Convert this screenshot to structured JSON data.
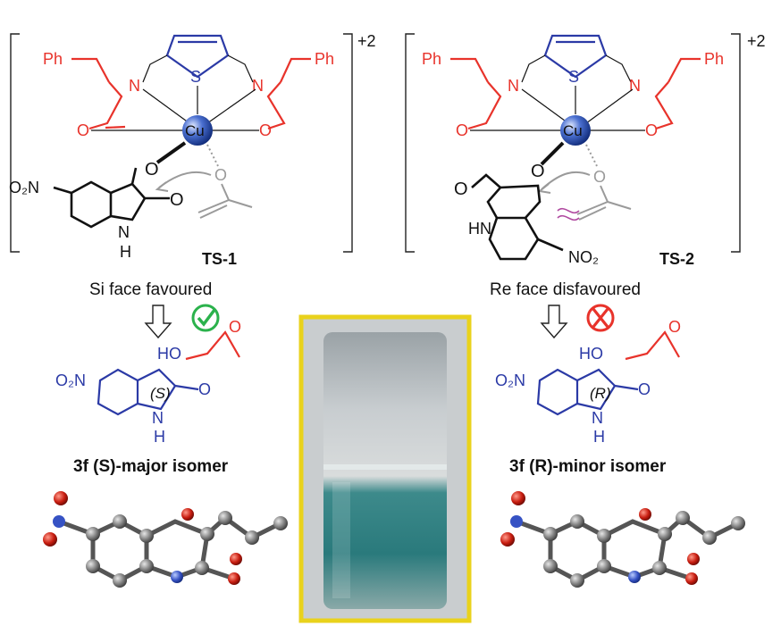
{
  "labels": {
    "ph": "Ph",
    "n": "N",
    "s": "S",
    "o": "O",
    "cu": "Cu",
    "charge": "+2",
    "o2n": "O₂N",
    "no2": "NO₂",
    "hn": "HN",
    "h": "H",
    "ho": "HO",
    "s_config": "(S)",
    "r_config": "(R)",
    "ts1": "TS-1",
    "ts2": "TS-2",
    "si_face": "Si face favoured",
    "re_face": "Re face disfavoured",
    "major_isomer": "3f (S)-major isomer",
    "minor_isomer": "3f (R)-minor isomer"
  },
  "colors": {
    "ligand": "#e8332b",
    "product": "#2b3aa6",
    "copper": "#1f3f9a",
    "check": "#2bb24c",
    "cross": "#e8332b",
    "photo_border": "#e9d21c",
    "solution": "#1f7a7c"
  },
  "icons": {
    "favoured": "check-circle-icon",
    "disfavoured": "cross-circle-icon",
    "arrow": "down-arrow-icon"
  }
}
